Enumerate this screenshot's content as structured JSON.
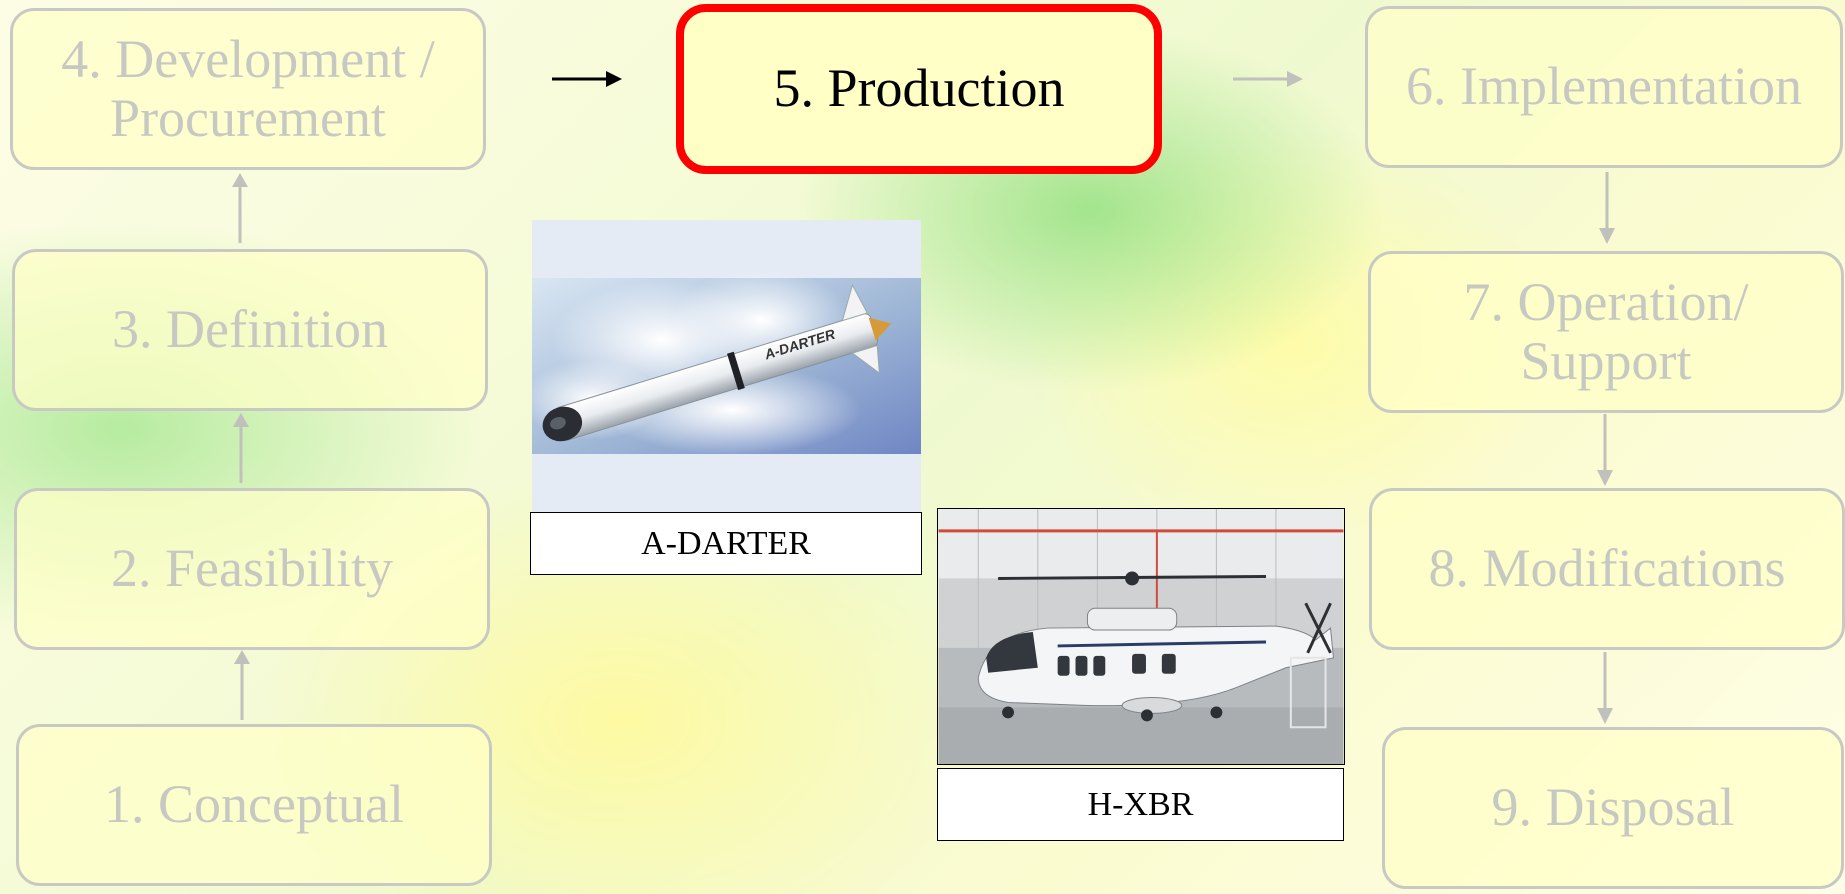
{
  "stages": {
    "s1": "1. Conceptual",
    "s2": "2. Feasibility",
    "s3": "3. Definition",
    "s4": "4. Development /\nProcurement",
    "s5": "5. Production",
    "s6": "6. Implementation",
    "s7": "7. Operation/\nSupport",
    "s8": "8. Modifications",
    "s9": "9. Disposal"
  },
  "active_stage": "5. Production",
  "photos": {
    "missile_caption": "A-DARTER",
    "missile_body_text": "A-DARTER",
    "helicopter_caption": "H-XBR"
  },
  "colors": {
    "active_border": "#ff0000",
    "inactive_text": "#c8c8c2",
    "box_fill": "#ffffc6"
  }
}
